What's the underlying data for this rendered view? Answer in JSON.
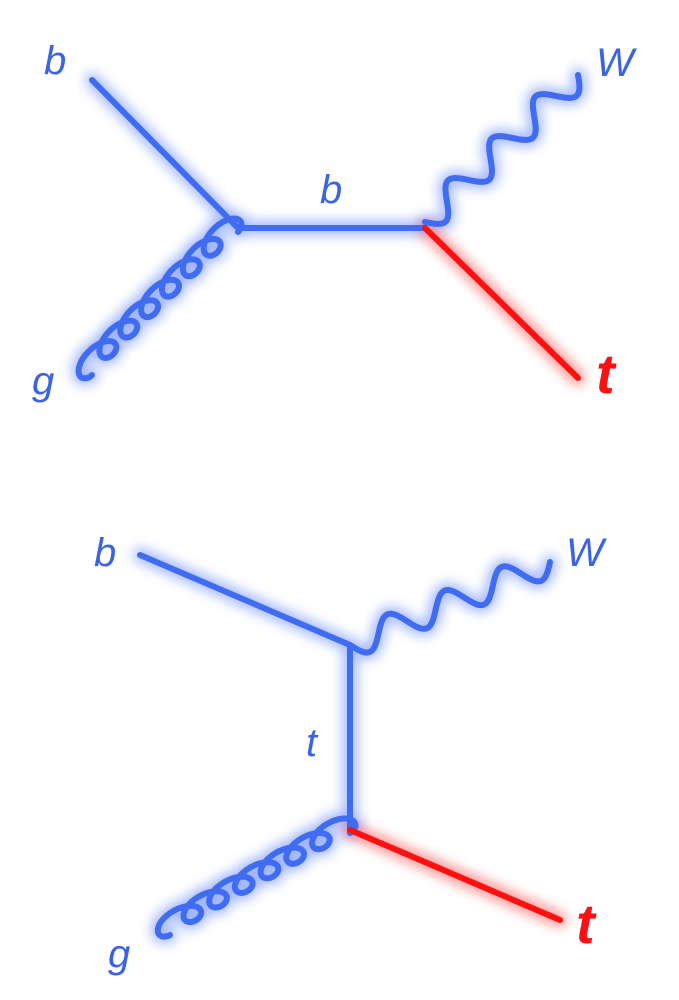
{
  "colors": {
    "particle": "#3f6cf0",
    "top_quark": "#ff1010",
    "label_blue": "#3b63e6",
    "label_red": "#ff1010",
    "glow": "#7d98ff"
  },
  "diagram_s_channel": {
    "labels": {
      "b_in": "b",
      "g_in": "g",
      "b_internal": "b",
      "w_out": "W",
      "t_out": "t"
    }
  },
  "diagram_t_channel": {
    "labels": {
      "b_in": "b",
      "g_in": "g",
      "t_internal": "t",
      "w_out": "W",
      "t_out": "t"
    }
  }
}
